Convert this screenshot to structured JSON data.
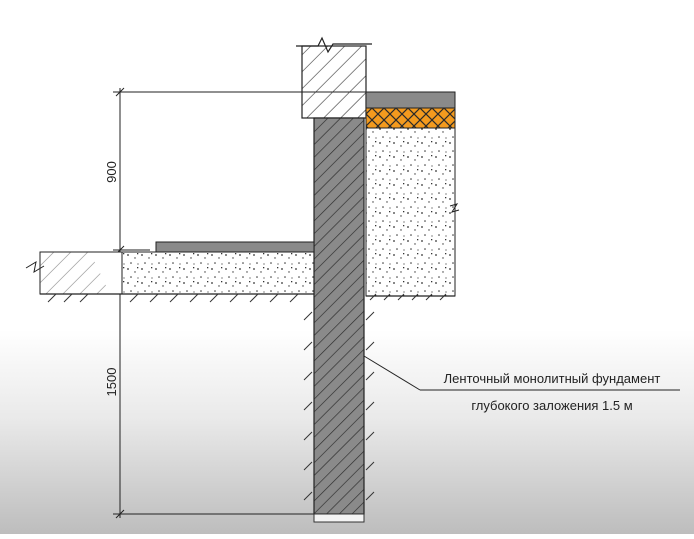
{
  "dimensions": {
    "upper": "900",
    "lower": "1500"
  },
  "callout": {
    "line1": "Ленточный монолитный фундамент",
    "line2": "глубокого заложения 1.5 м"
  },
  "colors": {
    "foundation": "#8a8a8a",
    "insulation": "#f39a1e",
    "line": "#222222",
    "fill_light": "#f7f7f7"
  }
}
